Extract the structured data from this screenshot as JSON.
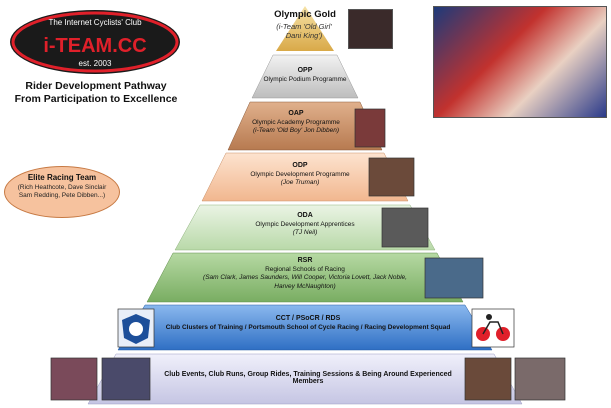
{
  "logo": {
    "top_text": "The Internet Cyclists' Club",
    "brand": "i-TEAM.CC",
    "est": "est. 2003"
  },
  "subtitle": {
    "line1": "Rider Development Pathway",
    "line2": "From Participation to Excellence"
  },
  "elite": {
    "title": "Elite Racing Team",
    "members": "(Rich Heathcote, Dave Sinclair Sam Redding, Pete Dibben...)"
  },
  "tiers": {
    "gold": {
      "title": "Olympic Gold",
      "sub1": "(i-Team 'Old Girl'",
      "sub2": "Dani King')"
    },
    "opp": {
      "code": "OPP",
      "name": "Olympic Podium Programme"
    },
    "oap": {
      "code": "OAP",
      "name": "Olympic Academy Programme",
      "note": "(i-Team 'Old Boy' Jon Dibben)"
    },
    "odp": {
      "code": "ODP",
      "name": "Olympic Development Programme",
      "note": "(Joe Truman)"
    },
    "oda": {
      "code": "ODA",
      "name": "Olympic Development Apprentices",
      "note": "(TJ Neil)"
    },
    "rsr": {
      "code": "RSR",
      "name": "Regional Schools of Racing",
      "note1": "(Sam Clark, James Saunders, Will Cooper, Victoria Lovett, Jack Noble,",
      "note2": "Harvey McNaughton)"
    },
    "cct": {
      "code": "CCT / PSoCR / RDS",
      "name": "Club Clusters of Training / Portsmouth School of Cycle Racing / Racing Development Squad"
    },
    "base": {
      "text": "Club Events, Club Runs, Group Rides, Training Sessions & Being Around Experienced Members"
    }
  },
  "colors": {
    "gold": "#e8c36a",
    "opp": "#d9d9d9",
    "oap": "#c8936c",
    "odp": "#f4c6a6",
    "oda": "#cfe4c4",
    "rsr": "#8fbf7a",
    "cct": "#4f8ddb",
    "base": "#d6d6ee",
    "logo_red": "#e0202a"
  }
}
